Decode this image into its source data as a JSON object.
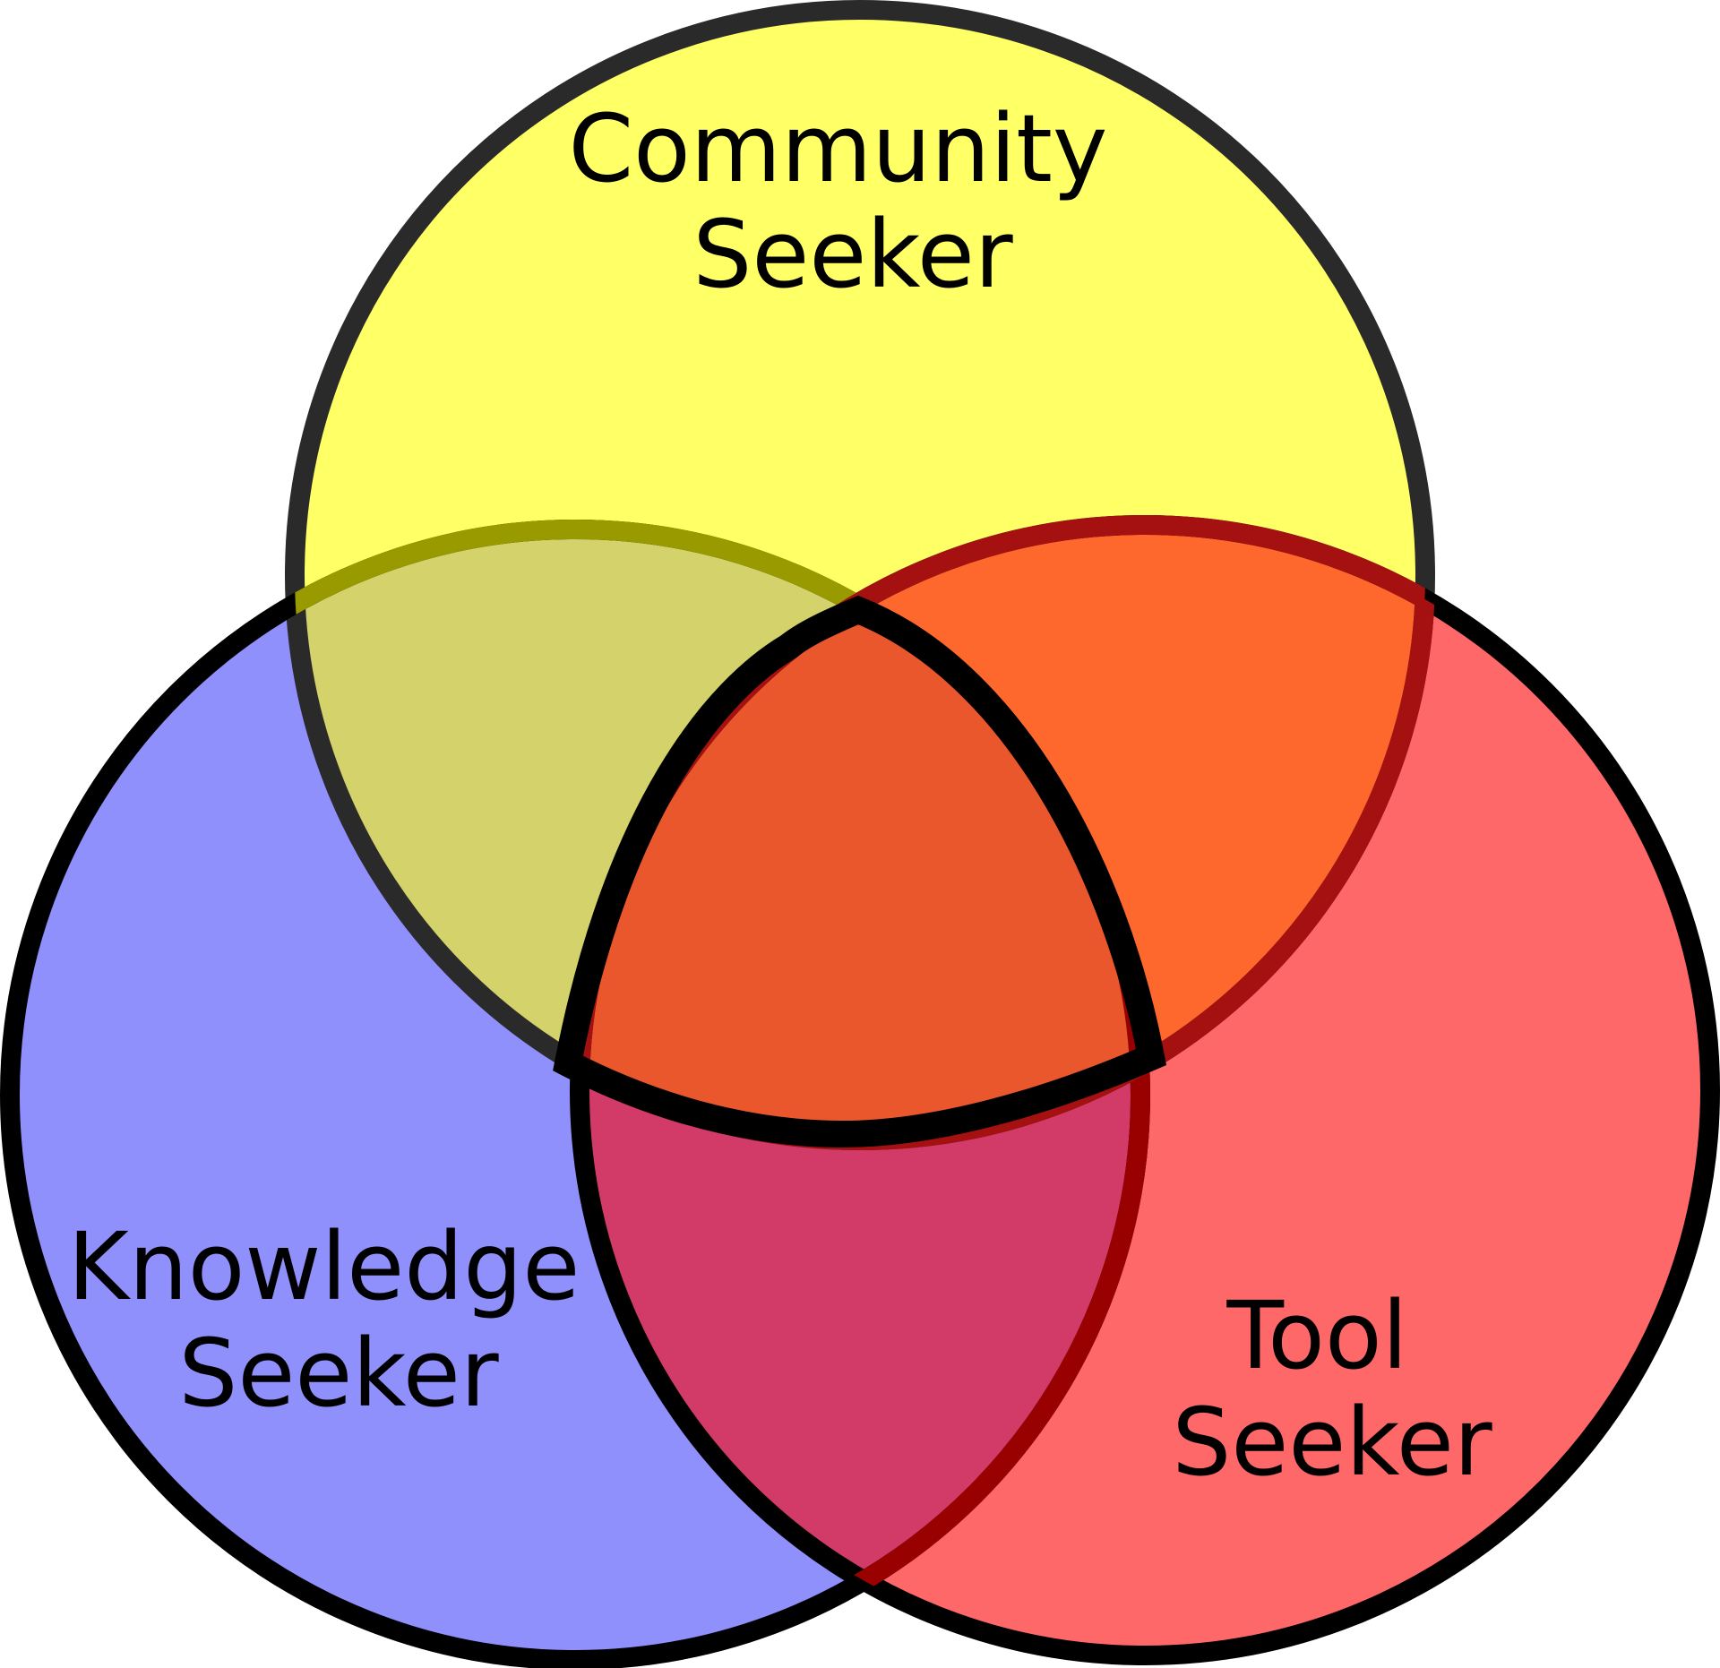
{
  "diagram": {
    "sets": [
      {
        "id": "community",
        "label_lines": [
          "Community",
          "Seeker"
        ],
        "fill": "#FFFF66",
        "stroke": "#2A2A2A"
      },
      {
        "id": "knowledge",
        "label_lines": [
          "Knowledge",
          "Seeker"
        ],
        "fill": "#9090FC",
        "stroke": "#000000"
      },
      {
        "id": "tool",
        "label_lines": [
          "Tool",
          "Seeker"
        ],
        "fill": "#FF6868",
        "stroke": "#000000"
      }
    ],
    "overlap_colors": {
      "community_knowledge": "#D4D26A",
      "community_tool": "#FF682C",
      "knowledge_tool": "#D23B68",
      "all_three": "#EB572C"
    },
    "overlap_edge_colors": {
      "community_knowledge": "#999900",
      "community_tool": "#A51010",
      "knowledge_tool": "#990000"
    }
  }
}
